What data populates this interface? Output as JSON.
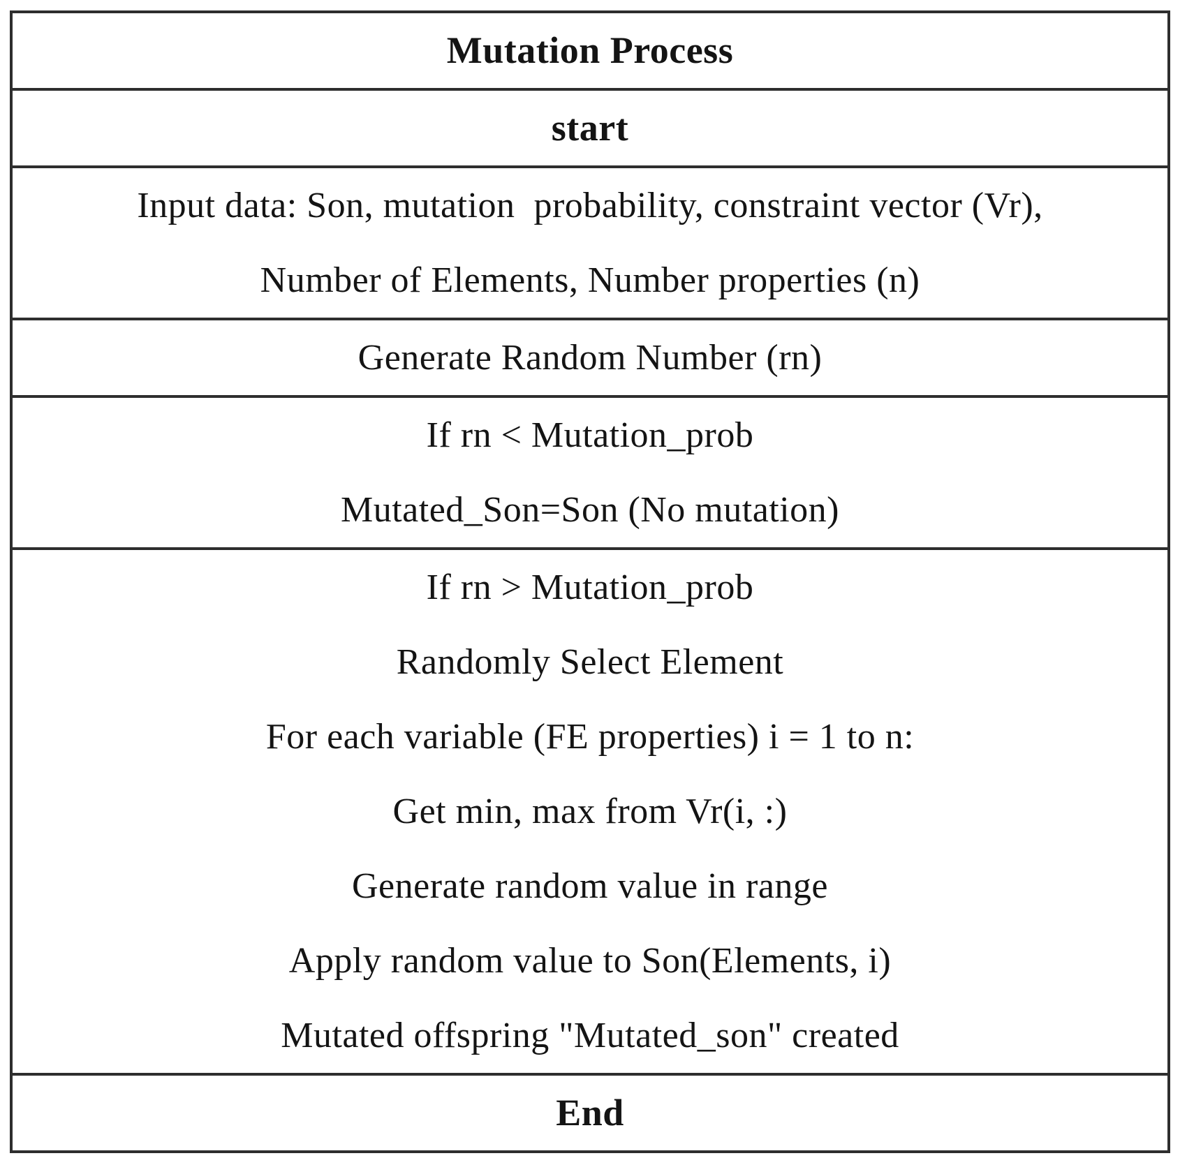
{
  "figure": {
    "title": "Mutation Process",
    "colors": {
      "border": "#2e2e2e",
      "text": "#141414",
      "background": "#ffffff"
    },
    "rows": [
      {
        "name": "title",
        "style": "bold",
        "lines": [
          "Mutation Process"
        ]
      },
      {
        "name": "start",
        "style": "bold",
        "lines": [
          "start"
        ]
      },
      {
        "name": "input-data",
        "style": "regular",
        "lines": [
          "Input data: Son, mutation  probability, constraint vector (Vr),",
          "Number of Elements, Number properties (n)"
        ]
      },
      {
        "name": "generate-random",
        "style": "regular",
        "lines": [
          "Generate Random Number (rn)"
        ]
      },
      {
        "name": "if-less-than",
        "style": "regular",
        "lines": [
          "If rn < Mutation_prob",
          "Mutated_Son=Son (No mutation)"
        ]
      },
      {
        "name": "if-greater-than",
        "style": "regular",
        "lines": [
          "If rn > Mutation_prob",
          "Randomly Select Element",
          "For each variable (FE properties) i = 1 to n:",
          "Get min, max from Vr(i, :)",
          "Generate random value in range",
          "Apply random value to Son(Elements, i)",
          "Mutated offspring \"Mutated_son\" created"
        ]
      },
      {
        "name": "end",
        "style": "bold",
        "lines": [
          "End"
        ]
      }
    ]
  }
}
